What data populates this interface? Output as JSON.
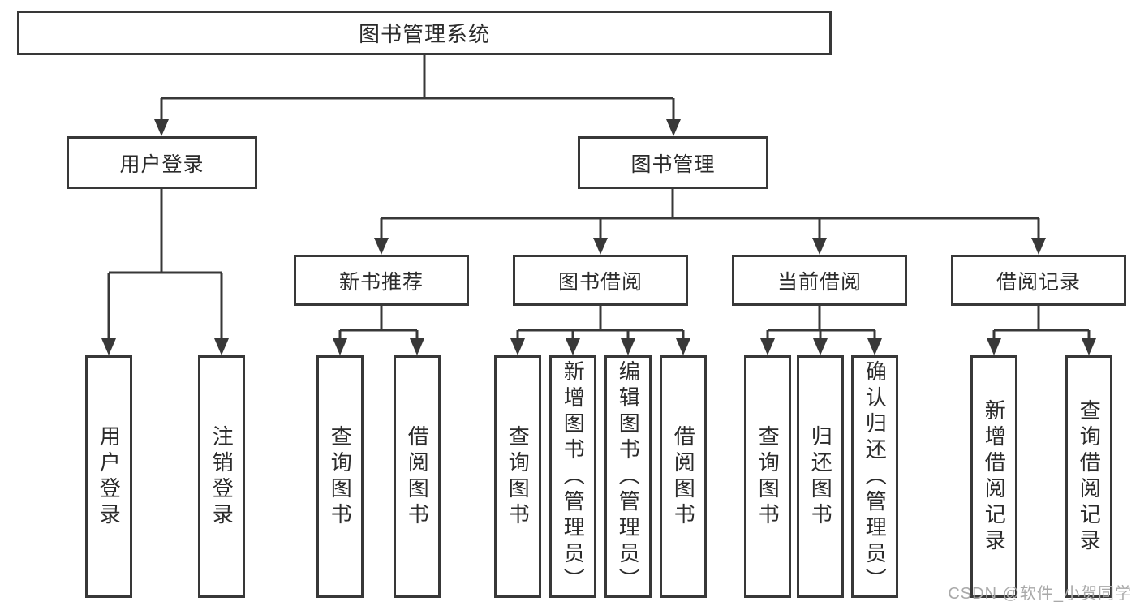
{
  "diagram": {
    "root": "图书管理系统",
    "branches": [
      {
        "label": "用户登录",
        "children": [
          {
            "label": "用户登录"
          },
          {
            "label": "注销登录"
          }
        ]
      },
      {
        "label": "图书管理",
        "children": [
          {
            "label": "新书推荐",
            "children": [
              {
                "label": "查询图书"
              },
              {
                "label": "借阅图书"
              }
            ]
          },
          {
            "label": "图书借阅",
            "children": [
              {
                "label": "查询图书"
              },
              {
                "label": "新增图书（管理员）"
              },
              {
                "label": "编辑图书（管理员）"
              },
              {
                "label": "借阅图书"
              }
            ]
          },
          {
            "label": "当前借阅",
            "children": [
              {
                "label": "查询图书"
              },
              {
                "label": "归还图书"
              },
              {
                "label": "确认归还（管理员）"
              }
            ]
          },
          {
            "label": "借阅记录",
            "children": [
              {
                "label": "新增借阅记录"
              },
              {
                "label": "查询借阅记录"
              }
            ]
          }
        ]
      }
    ]
  },
  "watermark": "CSDN @软件_小贺同学",
  "colors": {
    "line": "#383838",
    "box_border": "#383838",
    "text": "#2b2b2b",
    "background": "#ffffff",
    "watermark": "#a9a9a9"
  }
}
